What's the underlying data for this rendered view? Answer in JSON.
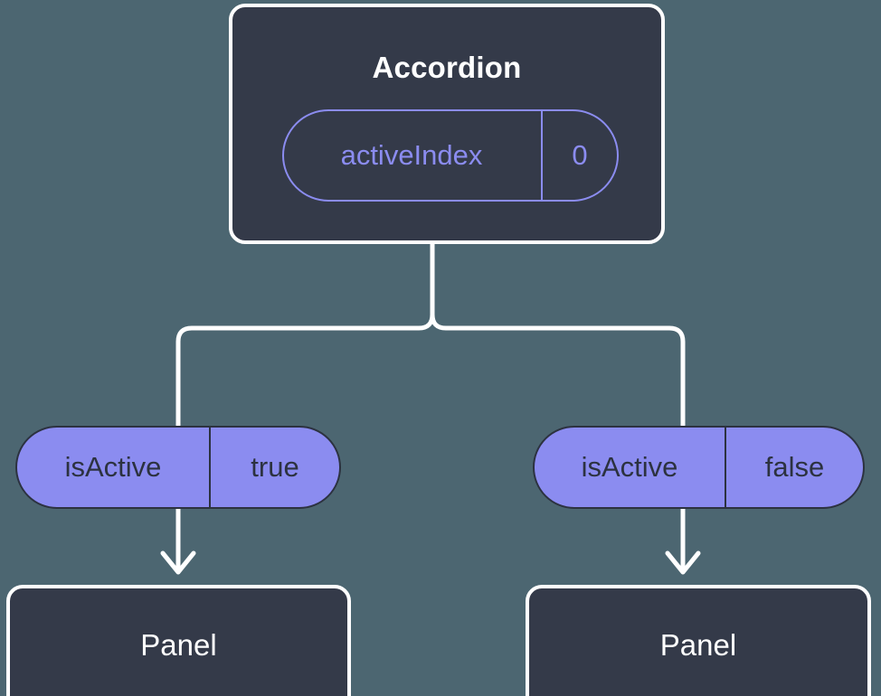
{
  "diagram": {
    "type": "component-tree",
    "background_color": "#4c6671",
    "node_fill_color": "#343a49",
    "node_border_color": "#ffffff",
    "pill_color": "#8b8cf0",
    "pill_text_color": "#2c3240",
    "connector_color": "#ffffff"
  },
  "root": {
    "title": "Accordion",
    "state": {
      "key": "activeIndex",
      "value": "0"
    }
  },
  "children": [
    {
      "prop": {
        "key": "isActive",
        "value": "true"
      },
      "title": "Panel"
    },
    {
      "prop": {
        "key": "isActive",
        "value": "false"
      },
      "title": "Panel"
    }
  ],
  "connectors": {
    "branch_label": "accordion-to-panels-branch",
    "left_arrow_label": "left-prop-to-panel-arrow",
    "right_arrow_label": "right-prop-to-panel-arrow"
  }
}
